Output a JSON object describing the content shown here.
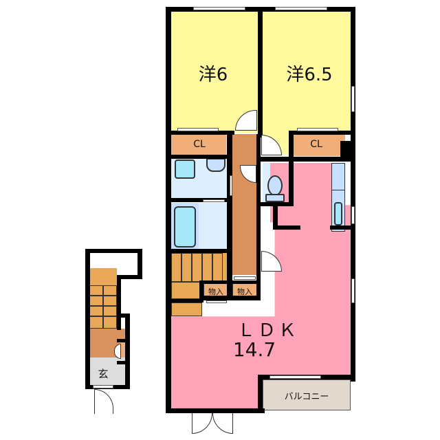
{
  "floorplan": {
    "rooms": {
      "western1": {
        "label": "洋6",
        "type": "western-room",
        "size_jo": "6"
      },
      "western2": {
        "label": "洋6.5",
        "type": "western-room",
        "size_jo": "6.5"
      },
      "closet1": {
        "label": "CL"
      },
      "closet2": {
        "label": "CL"
      },
      "ldk": {
        "label_line1": "ＬＤＫ",
        "label_line2": "14.7",
        "size_jo": "14.7"
      },
      "storage1": {
        "label": "物入"
      },
      "storage2": {
        "label": "物入"
      },
      "balcony": {
        "label": "バルコニー"
      },
      "entrance": {
        "label": "玄"
      }
    },
    "colors": {
      "western": "#FFFA9E",
      "closet": "#F0AE78",
      "corridor": "#D9925E",
      "ldk": "#FFA3B8",
      "wet": "#DDEEFF",
      "fixture": "#A6E8FA",
      "stairs": "#E8A858",
      "entrance": "#DDDDDD",
      "balcony": "#E2D8CE",
      "wall": "#000000"
    }
  }
}
